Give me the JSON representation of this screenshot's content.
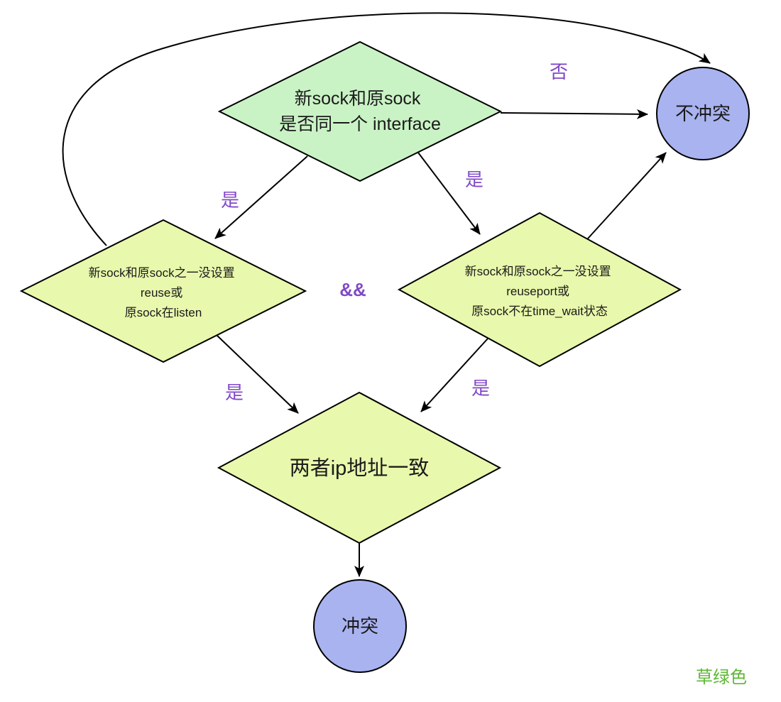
{
  "diagram": {
    "title_note": "草绿色",
    "colors": {
      "background": "#ffffff",
      "node_green": "#caf3c5",
      "node_yellow": "#e8f8ac",
      "node_blue": "#a9b3f0",
      "stroke": "#000000",
      "label_purple": "#8148c8",
      "note_green": "#5cb832"
    },
    "nodes": {
      "top_decision": {
        "type": "diamond",
        "lines": [
          "新sock和原sock",
          "是否同一个 interface"
        ]
      },
      "left_decision": {
        "type": "diamond",
        "lines": [
          "新sock和原sock之一没设置",
          "reuse或",
          "原sock在listen"
        ]
      },
      "right_decision": {
        "type": "diamond",
        "lines": [
          "新sock和原sock之一没设置",
          "reuseport或",
          "原sock不在time_wait状态"
        ]
      },
      "bottom_decision": {
        "type": "diamond",
        "lines": [
          "两者ip地址一致"
        ]
      },
      "no_conflict": {
        "type": "circle",
        "label": "不冲突"
      },
      "conflict": {
        "type": "circle",
        "label": "冲突"
      }
    },
    "edge_labels": {
      "no": "否",
      "yes_top_left": "是",
      "yes_top_right": "是",
      "yes_bottom_left": "是",
      "yes_bottom_right": "是",
      "and_operator": "&&"
    }
  }
}
